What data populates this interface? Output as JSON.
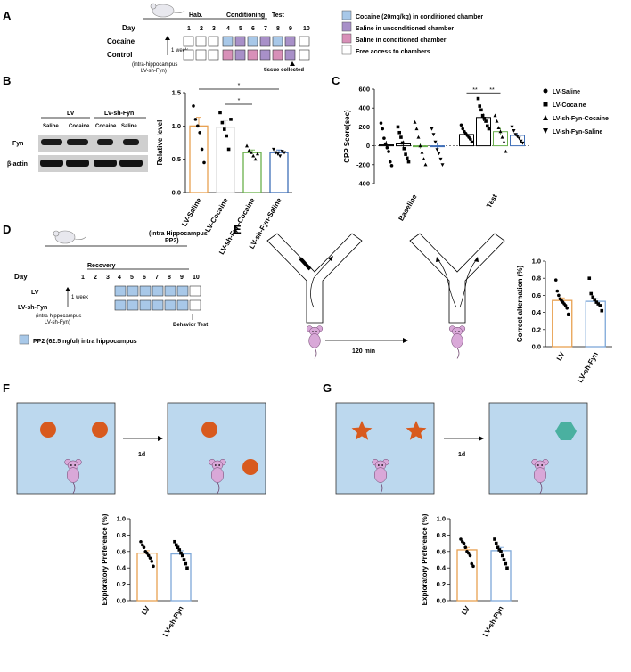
{
  "panel_letters": [
    "A",
    "B",
    "C",
    "D",
    "E",
    "F",
    "G"
  ],
  "panelA": {
    "day_label": "Day",
    "phases": [
      "Hab.",
      "Conditioning",
      "Test"
    ],
    "days": [
      "1",
      "2",
      "3",
      "4",
      "5",
      "6",
      "7",
      "8",
      "9",
      "10"
    ],
    "groups": [
      "Cocaine",
      "Control"
    ],
    "week_note": "1 week",
    "injection_note": [
      "(intra-hippocampus",
      "LV-sh-Fyn)"
    ],
    "tissue_note": "tissue collected",
    "legend": [
      {
        "label": "Cocaine (20mg/kg) in conditioned chamber",
        "color": "#a8c8e8"
      },
      {
        "label": "Saline in unconditioned chamber",
        "color": "#a890c8"
      },
      {
        "label": "Saline in conditioned chamber",
        "color": "#d890b8"
      },
      {
        "label": "Free access to chambers",
        "color": "#ffffff"
      }
    ]
  },
  "panelB": {
    "blot_groups": [
      "LV",
      "LV-sh-Fyn"
    ],
    "blot_lanes": [
      "Saline",
      "Cocaine",
      "Cocaine",
      "Saline"
    ],
    "proteins": [
      "Fyn",
      "β-actin"
    ],
    "sig": [
      "*",
      "*"
    ],
    "chart_data": {
      "type": "bar",
      "categories": [
        "LV-Saline",
        "LV-Cocaine",
        "LV-sh-Fyn-Cocaine",
        "LV-sh-Fyn-Saline"
      ],
      "values": [
        1.0,
        0.98,
        0.6,
        0.6
      ],
      "errors": [
        0.13,
        0.1,
        0.04,
        0.04
      ],
      "points": [
        [
          1.3,
          1.1,
          1.0,
          0.9,
          0.65,
          0.45
        ],
        [
          1.2,
          1.05,
          0.95,
          0.85,
          0.65,
          1.1
        ],
        [
          0.7,
          0.63,
          0.6,
          0.55,
          0.5,
          0.58
        ],
        [
          0.65,
          0.6,
          0.58,
          0.55,
          0.62,
          0.6
        ]
      ],
      "colors": [
        "#e8a050",
        "#d8d8d8",
        "#6ab04c",
        "#3f6fb8"
      ],
      "ylabel": "Relative level",
      "yticks": [
        "0.0",
        "0.5",
        "1.0",
        "1.5"
      ],
      "ylim": [
        0,
        1.5
      ]
    }
  },
  "panelC": {
    "sig": [
      "**",
      "**"
    ],
    "legend": [
      "LV-Saline",
      "LV-Cocaine",
      "LV-sh-Fyn-Cocaine",
      "LV-sh-Fyn-Saline"
    ],
    "chart_data": {
      "type": "bar",
      "categories": [
        "Baseline",
        "Test"
      ],
      "series": [
        {
          "name": "LV-Saline",
          "values": [
            10,
            120
          ],
          "errors": [
            40,
            20
          ],
          "points": [
            [
              240,
              180,
              80,
              20,
              -20,
              -60,
              -170,
              -210
            ],
            [
              220,
              180,
              150,
              130,
              110,
              90,
              70,
              40
            ]
          ]
        },
        {
          "name": "LV-Cocaine",
          "values": [
            20,
            300
          ],
          "errors": [
            35,
            40
          ],
          "points": [
            [
              200,
              140,
              90,
              30,
              -30,
              -90,
              -130,
              -170
            ],
            [
              500,
              420,
              380,
              320,
              290,
              260,
              210,
              180
            ]
          ]
        },
        {
          "name": "LV-sh-Fyn-Cocaine",
          "values": [
            0,
            150
          ],
          "errors": [
            30,
            40
          ],
          "points": [
            [
              250,
              180,
              90,
              0,
              -70,
              -140,
              -200
            ],
            [
              320,
              260,
              190,
              150,
              90,
              40,
              -60
            ]
          ]
        },
        {
          "name": "LV-sh-Fyn-Saline",
          "values": [
            0,
            110
          ],
          "errors": [
            35,
            25
          ],
          "points": [
            [
              180,
              120,
              40,
              -40,
              -80,
              -140,
              -200
            ],
            [
              200,
              160,
              120,
              100,
              80,
              50,
              30
            ]
          ]
        }
      ],
      "ylabel": "CPP Score(sec)",
      "yticks": [
        "-400",
        "-200",
        "0",
        "200",
        "400",
        "600"
      ],
      "ylim": [
        -400,
        600
      ]
    }
  },
  "panelD": {
    "day_label": "Day",
    "phases": [
      "Recovery",
      "(intra Hippocampus",
      "PP2)"
    ],
    "days": [
      "1",
      "2",
      "3",
      "4",
      "5",
      "6",
      "7",
      "8",
      "9",
      "10"
    ],
    "groups": [
      "LV",
      "LV-sh-Fyn"
    ],
    "week_note": "1 week",
    "injection_note": [
      "(intra-hippocampus",
      "LV-sh-Fyn)"
    ],
    "behavior_note": "Behavior Test",
    "legend": "PP2 (62.5 ng/ul) intra hippocampus"
  },
  "panelE": {
    "delay": "120 min",
    "chart_data": {
      "type": "bar",
      "categories": [
        "LV",
        "LV-sh-Fyn"
      ],
      "values": [
        0.54,
        0.53
      ],
      "errors": [
        0.03,
        0.03
      ],
      "points": [
        [
          0.78,
          0.65,
          0.6,
          0.56,
          0.54,
          0.52,
          0.5,
          0.48,
          0.45,
          0.38
        ],
        [
          0.8,
          0.62,
          0.58,
          0.55,
          0.52,
          0.5,
          0.48,
          0.42
        ]
      ],
      "colors": [
        "#e8a050",
        "#7ea8d8"
      ],
      "ylabel": "Correct alternation (%)",
      "yticks": [
        "0.0",
        "0.2",
        "0.4",
        "0.6",
        "0.8",
        "1.0"
      ],
      "ylim": [
        0,
        1.0
      ]
    }
  },
  "panelF": {
    "delay": "1d",
    "chart_data": {
      "type": "bar",
      "categories": [
        "LV",
        "LV-sh-Fyn"
      ],
      "values": [
        0.58,
        0.57
      ],
      "errors": [
        0.03,
        0.04
      ],
      "points": [
        [
          0.72,
          0.68,
          0.65,
          0.6,
          0.58,
          0.55,
          0.52,
          0.48,
          0.42
        ],
        [
          0.72,
          0.68,
          0.65,
          0.62,
          0.58,
          0.55,
          0.5,
          0.45,
          0.4
        ]
      ],
      "colors": [
        "#e8a050",
        "#7ea8d8"
      ],
      "ylabel": "Exploratory Preference (%)",
      "yticks": [
        "0.0",
        "0.2",
        "0.4",
        "0.6",
        "0.8",
        "1.0"
      ],
      "ylim": [
        0,
        1.0
      ]
    }
  },
  "panelG": {
    "delay": "1d",
    "chart_data": {
      "type": "bar",
      "categories": [
        "LV",
        "LV-sh-Fyn"
      ],
      "values": [
        0.62,
        0.61
      ],
      "errors": [
        0.03,
        0.04
      ],
      "points": [
        [
          0.75,
          0.72,
          0.7,
          0.65,
          0.6,
          0.58,
          0.55,
          0.45,
          0.42
        ],
        [
          0.75,
          0.7,
          0.65,
          0.62,
          0.6,
          0.55,
          0.5,
          0.45,
          0.4
        ]
      ],
      "colors": [
        "#e8a050",
        "#7ea8d8"
      ],
      "ylabel": "Exploratory Preference (%)",
      "yticks": [
        "0.0",
        "0.2",
        "0.4",
        "0.6",
        "0.8",
        "1.0"
      ],
      "ylim": [
        0,
        1.0
      ]
    }
  }
}
